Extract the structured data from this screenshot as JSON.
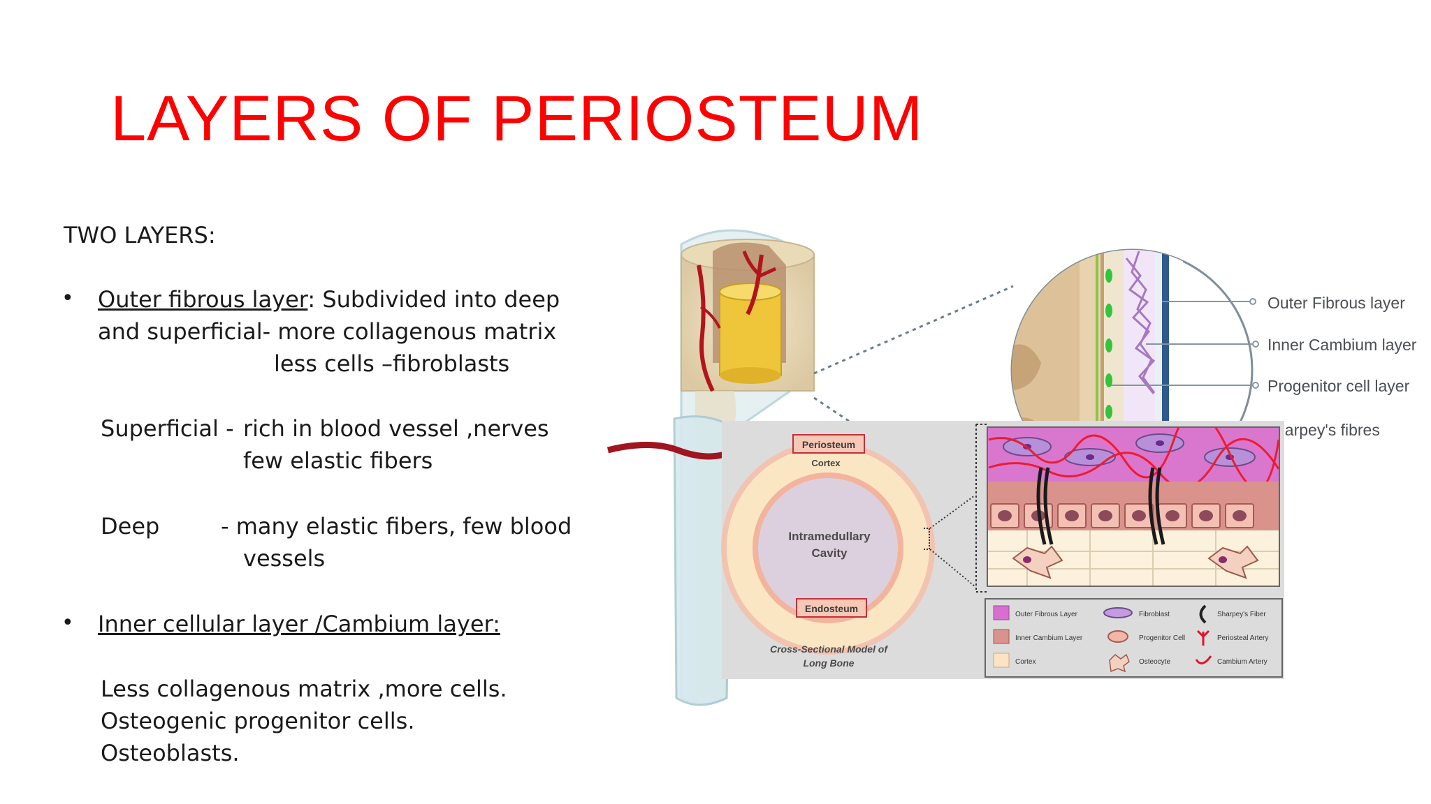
{
  "slide": {
    "title": "LAYERS OF PERIOSTEUM",
    "intro": "TWO LAYERS:",
    "outer": {
      "heading": "Outer fibrous layer",
      "rest": ": Subdivided into deep",
      "line2": "and superficial- more collagenous matrix",
      "line3": "less cells –fibroblasts",
      "superficial_label": "Superficial -",
      "superficial_l1": "rich in blood vessel ,nerves",
      "superficial_l2": "few elastic fibers",
      "deep_label": "Deep",
      "deep_l1": "-  many elastic fibers, few blood",
      "deep_l2": "vessels"
    },
    "inner": {
      "heading": "Inner cellular layer /Cambium layer:",
      "l1": "Less collagenous matrix ,more cells.",
      "l2": "Osteogenic progenitor cells.",
      "l3": "Osteoblasts."
    }
  },
  "diagram": {
    "callouts": [
      "Outer Fibrous layer",
      "Inner Cambium layer",
      "Progenitor cell layer",
      "harpey's fibres"
    ],
    "cross_section": {
      "periosteum": "Periosteum",
      "cortex": "Cortex",
      "cavity_l1": "Intramedullary",
      "cavity_l2": "Cavity",
      "endosteum": "Endosteum",
      "caption_l1": "Cross-Sectional Model of",
      "caption_l2": "Long Bone"
    },
    "legend": {
      "col1": [
        "Outer Fibrous Layer",
        "Inner Cambium Layer",
        "Cortex"
      ],
      "col2": [
        "Fibroblast",
        "Progenitor Cell",
        "Osteocyte"
      ],
      "col3": [
        "Sharpey's Fiber",
        "Periosteal Artery",
        "Cambium Artery"
      ]
    },
    "colors": {
      "fibrous": "#d86fcf",
      "cambium": "#d9938c",
      "cortex": "#fbe3c4",
      "artery": "#e3122a",
      "title_red": "#ff0000"
    }
  }
}
